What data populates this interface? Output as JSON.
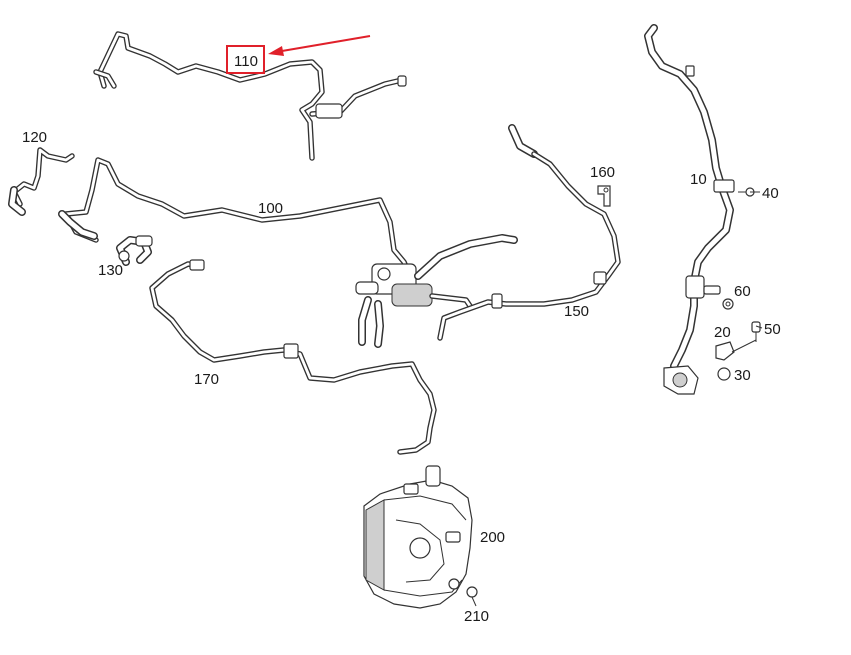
{
  "diagram": {
    "callouts": [
      {
        "id": "10",
        "label": "10"
      },
      {
        "id": "20",
        "label": "20"
      },
      {
        "id": "30",
        "label": "30"
      },
      {
        "id": "40",
        "label": "40"
      },
      {
        "id": "50",
        "label": "50"
      },
      {
        "id": "60",
        "label": "60"
      },
      {
        "id": "100",
        "label": "100"
      },
      {
        "id": "110",
        "label": "110"
      },
      {
        "id": "120",
        "label": "120"
      },
      {
        "id": "130",
        "label": "130"
      },
      {
        "id": "150",
        "label": "150"
      },
      {
        "id": "160",
        "label": "160"
      },
      {
        "id": "170",
        "label": "170"
      },
      {
        "id": "200",
        "label": "200"
      },
      {
        "id": "210",
        "label": "210"
      }
    ],
    "highlight": {
      "target": "110",
      "box_color": "#e0202a",
      "arrow_color": "#e0202a"
    },
    "colors": {
      "line": "#333333",
      "background": "#ffffff"
    }
  }
}
